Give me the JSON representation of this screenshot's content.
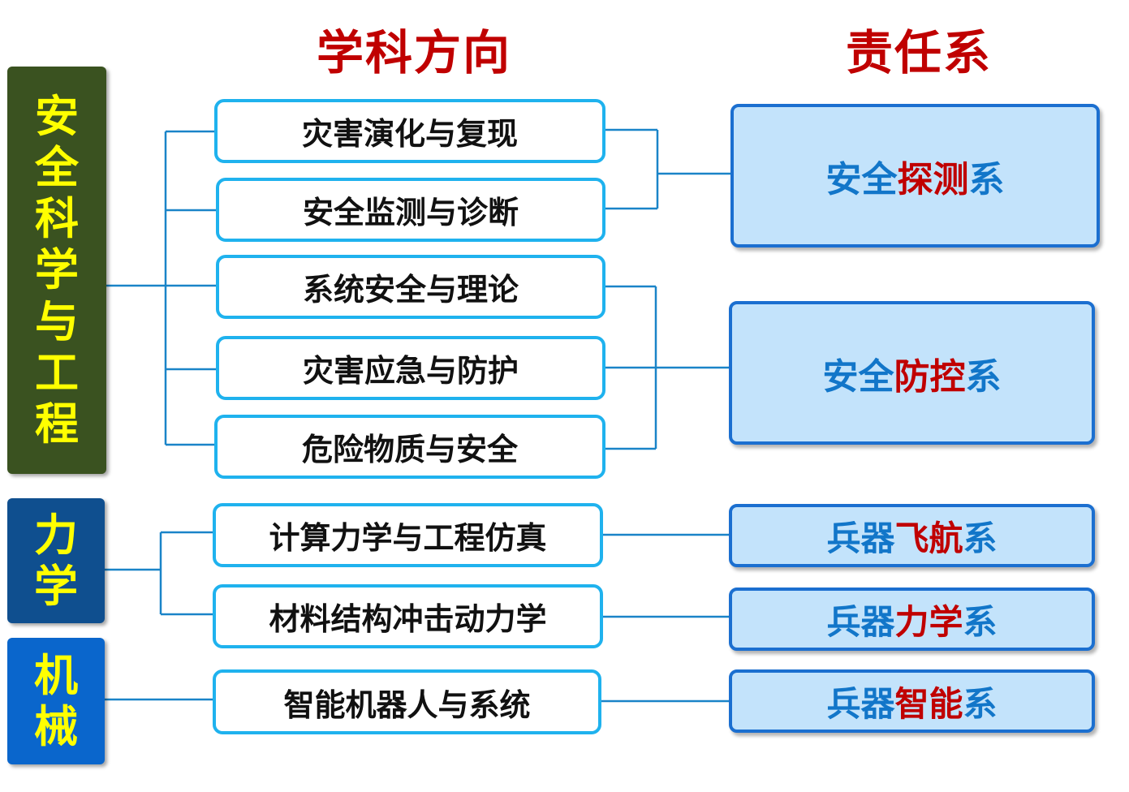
{
  "headings": {
    "direction": "学科方向",
    "department": "责任系"
  },
  "categories": [
    {
      "chars": [
        "安",
        "全",
        "科",
        "学",
        "与",
        "工",
        "程"
      ],
      "color": "#3a5220"
    },
    {
      "chars": [
        "力",
        "学"
      ],
      "color": "#0f4f8f"
    },
    {
      "chars": [
        "机",
        "械"
      ],
      "color": "#0a66cc"
    }
  ],
  "directions": [
    "灾害演化与复现",
    "安全监测与诊断",
    "系统安全与理论",
    "灾害应急与防护",
    "危险物质与安全",
    "计算力学与工程仿真",
    "材料结构冲击动力学",
    "智能机器人与系统"
  ],
  "departments": [
    {
      "prefix": "安全",
      "highlight": "探测",
      "suffix": "系"
    },
    {
      "prefix": "安全",
      "highlight": "防控",
      "suffix": "系"
    },
    {
      "prefix": "兵器",
      "highlight": "飞航",
      "suffix": "系"
    },
    {
      "prefix": "兵器",
      "highlight": "力学",
      "suffix": "系"
    },
    {
      "prefix": "兵器",
      "highlight": "智能",
      "suffix": "系"
    }
  ],
  "colors": {
    "heading": "#c00000",
    "category_text": "#ffff00",
    "direction_border": "#1fb2ee",
    "department_fill": "#c3e3fb",
    "department_border": "#1b6fd0",
    "department_text": "#1276c9",
    "department_highlight": "#c00000",
    "connector": "#1a84c8"
  }
}
